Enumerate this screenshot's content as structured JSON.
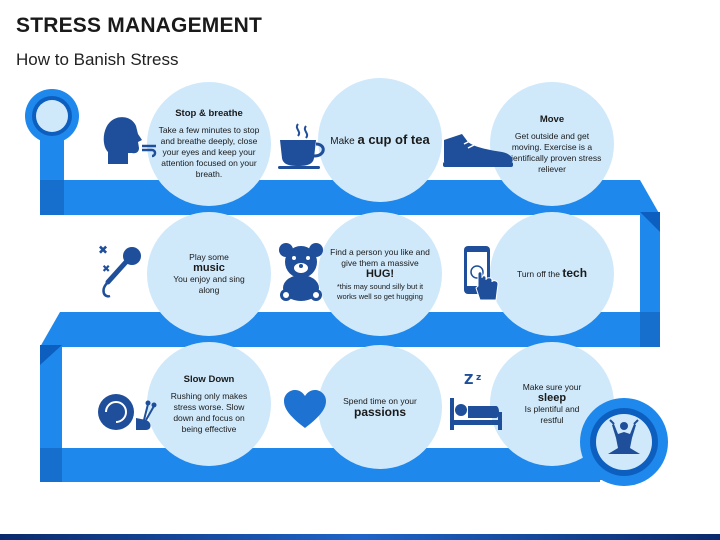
{
  "header": {
    "title": "STRESS MANAGEMENT",
    "subtitle": "How to Banish Stress"
  },
  "colors": {
    "ribbon": "#1e88ec",
    "ribbon_dark": "#0d5fbf",
    "circle": "#cfe9fb",
    "icon": "#1f4e9a",
    "heart": "#1e73d2"
  },
  "steps": [
    {
      "heading": "Stop & breathe",
      "pre": "Take a few minutes to stop and breathe deeply, close your eyes and keep your attention focused on your breath.",
      "emph": "",
      "post": "",
      "note": ""
    },
    {
      "heading": "",
      "pre": "Make ",
      "emph": "a cup of tea",
      "post": "",
      "note": ""
    },
    {
      "heading": "Move",
      "pre": "Get outside and get moving. Exercise is a scientifically  proven stress reliever",
      "emph": "",
      "post": "",
      "note": ""
    },
    {
      "heading": "",
      "pre": "Play some",
      "emph": "music",
      "post": "You enjoy and sing along",
      "note": ""
    },
    {
      "heading": "",
      "pre": "Find a person you like and give them a massive",
      "emph": "HUG!",
      "post": "",
      "note": "*this may sound silly but it works well so get hugging"
    },
    {
      "heading": "",
      "pre": "Turn off the ",
      "emph": "tech",
      "post": "",
      "note": ""
    },
    {
      "heading": "Slow Down",
      "pre": "Rushing only makes stress worse. Slow down and focus on being effective",
      "emph": "",
      "post": "",
      "note": ""
    },
    {
      "heading": "",
      "pre": "Spend time on your",
      "emph": "passions",
      "post": "",
      "note": ""
    },
    {
      "heading": "",
      "pre": "Make sure your",
      "emph": "sleep",
      "post": "Is plentiful  and restful",
      "note": ""
    }
  ],
  "icons": [
    "breathing-head-icon",
    "tea-cup-icon",
    "sneaker-icon",
    "microphone-icon",
    "teddy-bear-icon",
    "phone-touch-icon",
    "snail-icon",
    "heart-icon",
    "sleep-bed-icon",
    "meditation-icon"
  ]
}
